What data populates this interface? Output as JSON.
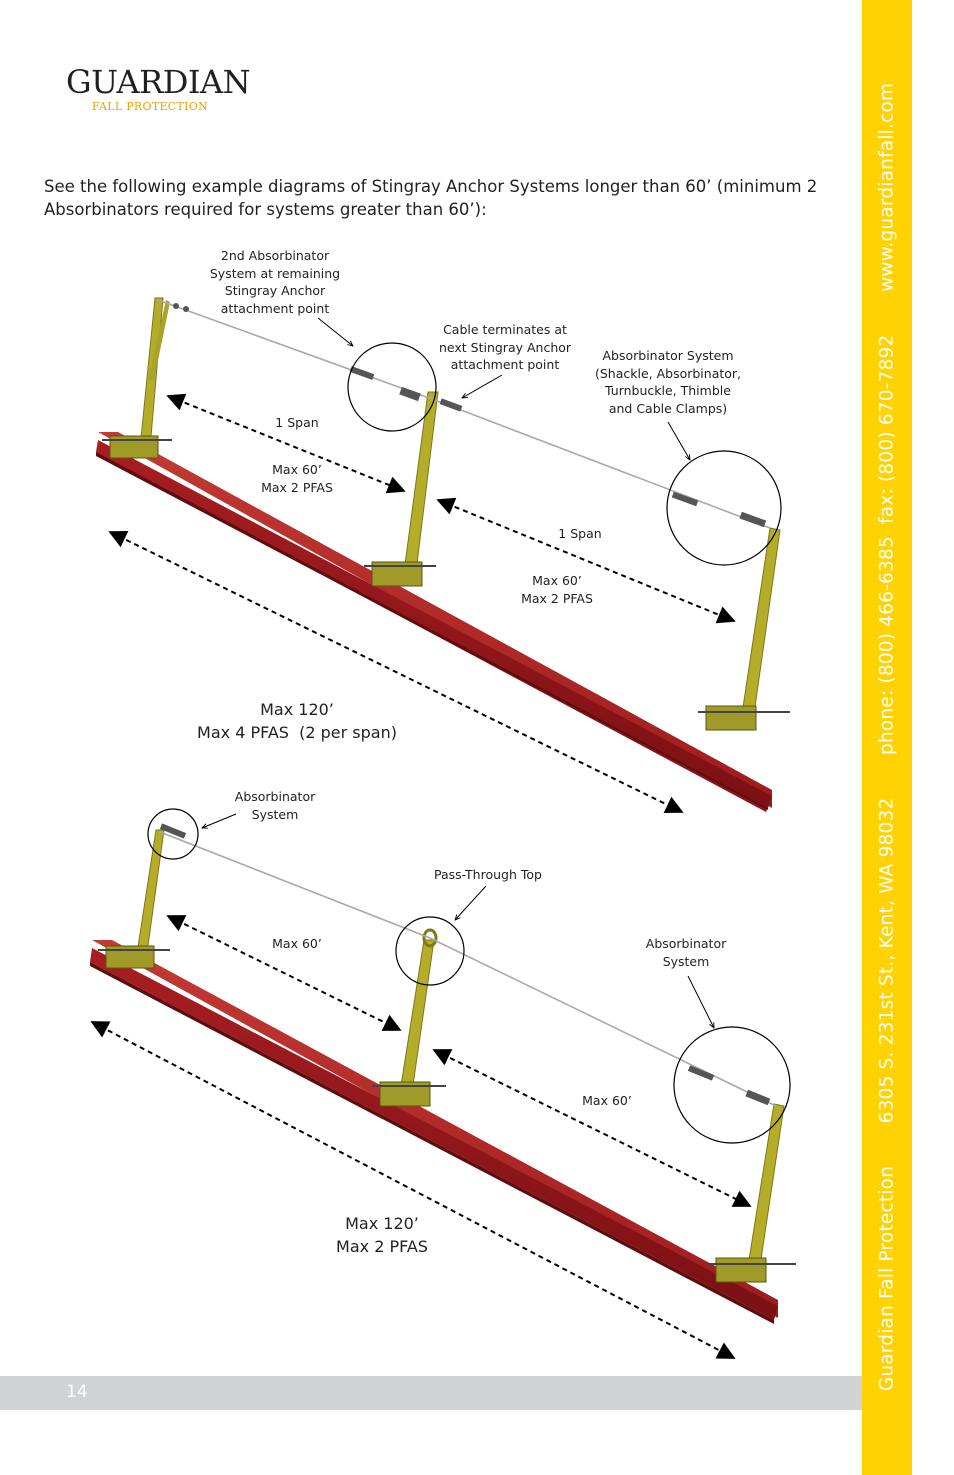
{
  "logo": {
    "word": "GUARDIAN",
    "sub": "FALL PROTECTION"
  },
  "intro": "See the following example diagrams of Stingray Anchor Systems longer than 60’ (minimum 2 Absorbinators required for systems greater than 60’):",
  "diagram1": {
    "label_second_absorbinator": "2nd Absorbinator\nSystem at remaining\nStingray Anchor\nattachment point",
    "label_cable_terminates": "Cable terminates at\nnext Stingray Anchor\nattachment point",
    "label_absorbinator_system": "Absorbinator System\n(Shackle, Absorbinator,\nTurnbuckle, Thimble\nand Cable Clamps)",
    "label_span1": "1 Span",
    "label_span1_max": "Max 60’\nMax 2 PFAS",
    "label_span2": "1 Span",
    "label_span2_max": "Max 60’\nMax 2 PFAS",
    "label_total": "Max 120’\nMax 4 PFAS  (2 per span)"
  },
  "diagram2": {
    "label_absorbinator_left": "Absorbinator\nSystem",
    "label_pass_through": "Pass-Through Top",
    "label_absorbinator_right": "Absorbinator\nSystem",
    "label_span1_max": "Max 60’",
    "label_span2_max": "Max 60’",
    "label_total": "Max 120’\nMax 2 PFAS"
  },
  "sidebar": {
    "text": "Guardian Fall Protection       6305 S. 231st St., Kent, WA 98032       phone: (800) 466-6385  fax: (800) 670-7892       www.guardianfall.com"
  },
  "footer": {
    "page_number": "14"
  },
  "colors": {
    "sidebar": "#ffd200",
    "footer": "#d1d3d4",
    "beam": "#a3191c",
    "post": "#b5ad2a"
  }
}
